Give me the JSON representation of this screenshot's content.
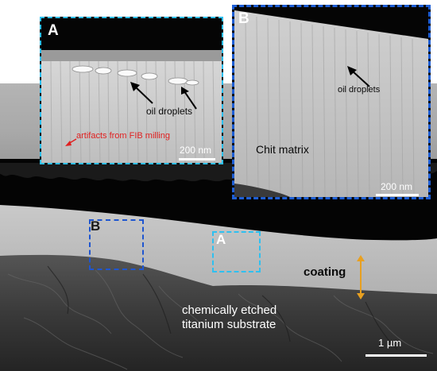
{
  "inset_a": {
    "label": "A",
    "annotation_oil": "oil droplets",
    "annotation_artifacts": "artifacts from FIB milling",
    "scale_label": "200 nm"
  },
  "inset_b": {
    "label": "B",
    "annotation_oil": "oil droplets",
    "annotation_matrix": "Chit matrix",
    "scale_label": "200 nm"
  },
  "main": {
    "region_b_label": "B",
    "region_a_label": "A",
    "coating_label": "coating",
    "substrate_label_line1": "chemically etched",
    "substrate_label_line2": "titanium substrate",
    "scale_label": "1 µm"
  },
  "colors": {
    "inset_a_border": "#2ec0f0",
    "inset_b_border": "#1e5fd6",
    "coating_arrow": "#e8a020",
    "artifact_annotation": "#e02020"
  }
}
